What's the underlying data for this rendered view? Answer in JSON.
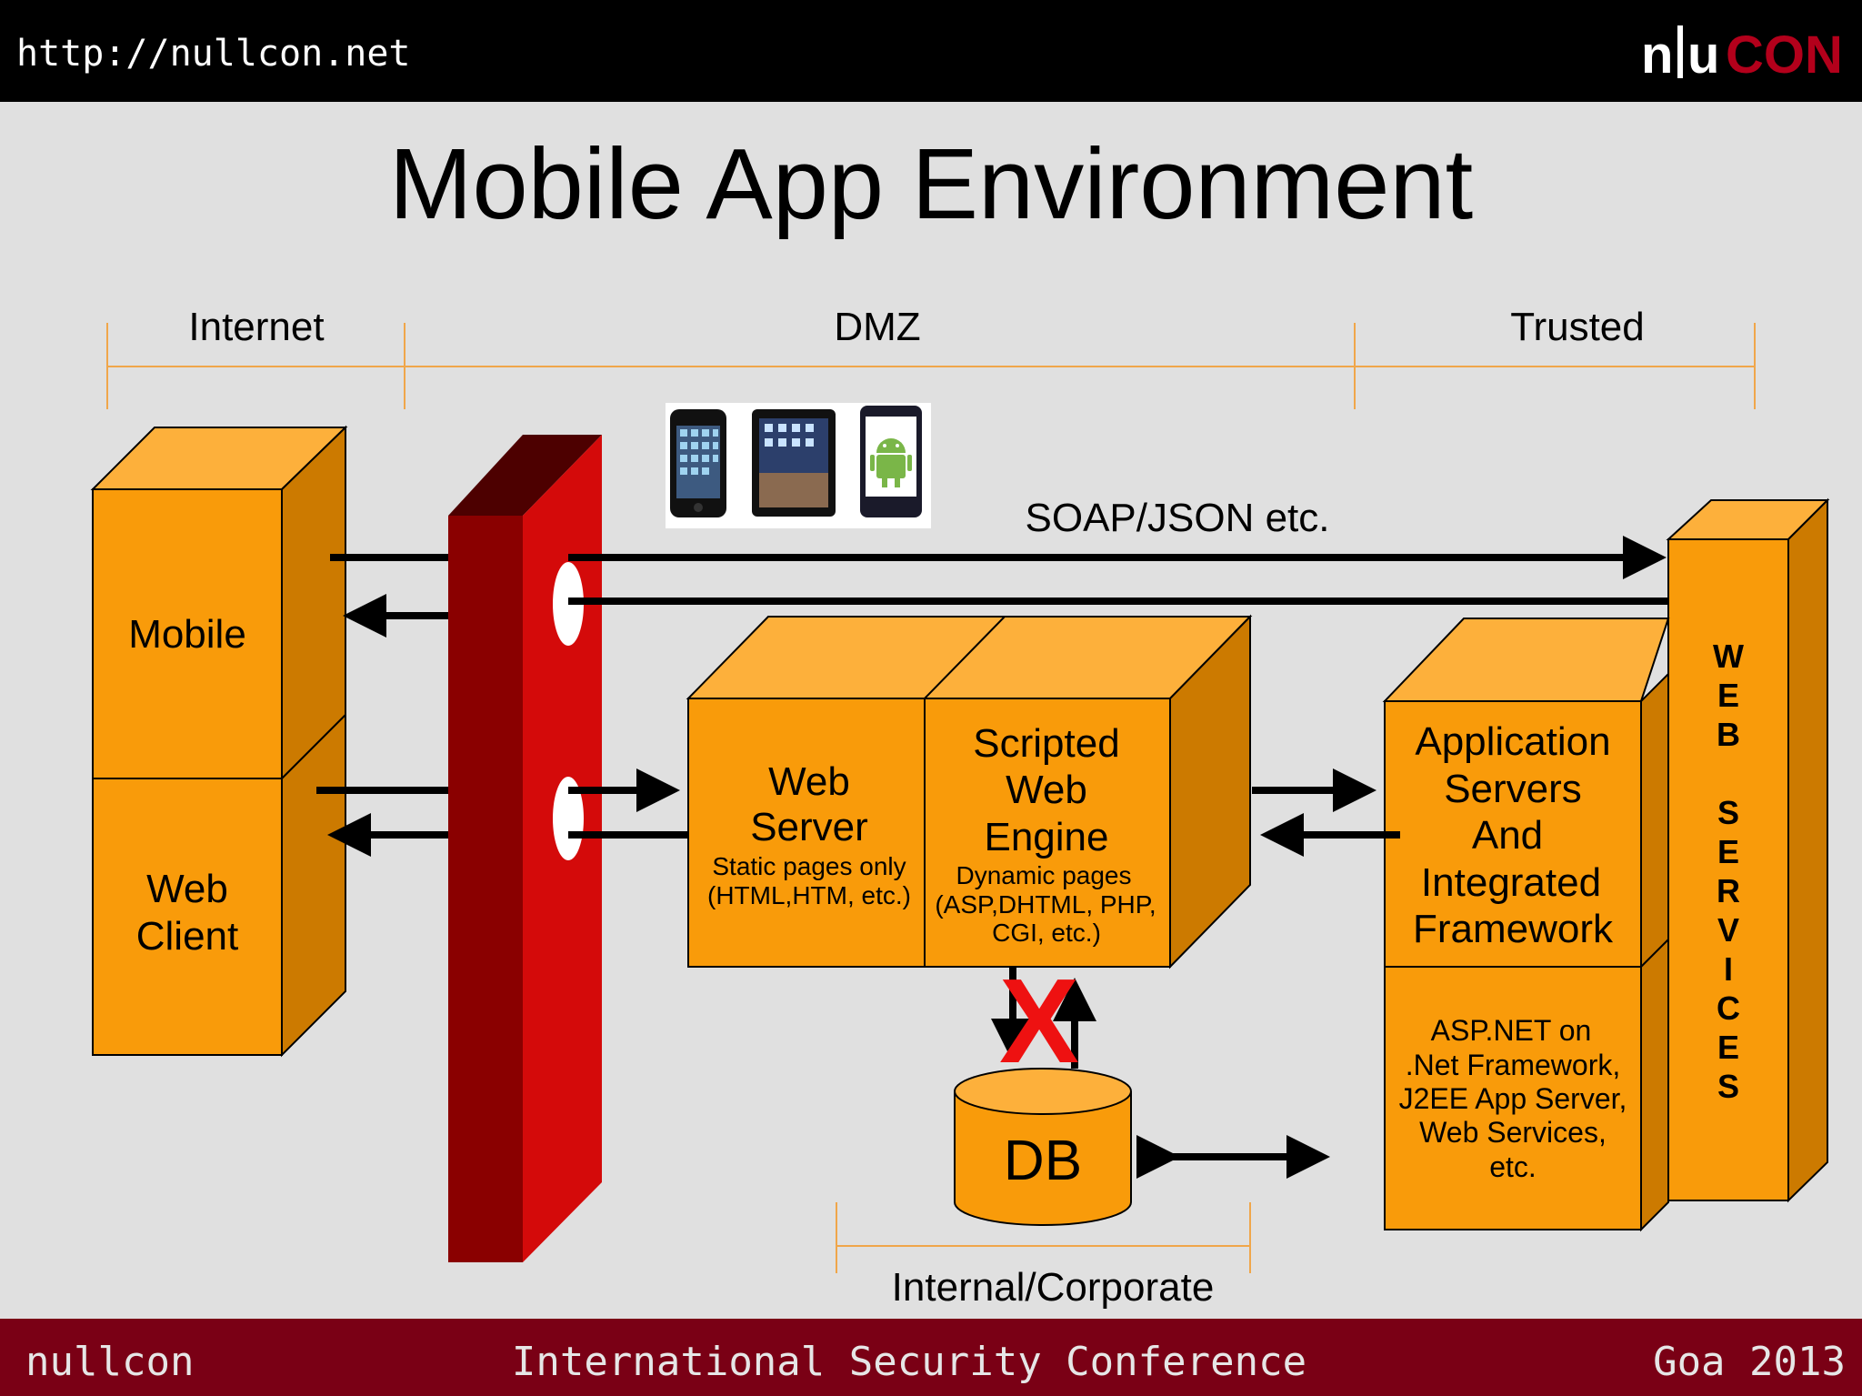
{
  "header": {
    "url": "http://nullcon.net",
    "logo": {
      "part1": "n",
      "part2": "u",
      "part3": "CON"
    }
  },
  "slide": {
    "title": "Mobile App Environment"
  },
  "zones": {
    "internet": "Internet",
    "dmz": "DMZ",
    "trusted": "Trusted",
    "internal": "Internal/Corporate"
  },
  "diagram": {
    "protocol_label": "SOAP/JSON etc.",
    "client_box": {
      "mobile": "Mobile",
      "web_client_line1": "Web",
      "web_client_line2": "Client"
    },
    "web_server": {
      "title_line1": "Web",
      "title_line2": "Server",
      "sub_line1": "Static pages only",
      "sub_line2": "(HTML,HTM, etc.)"
    },
    "scripted_engine": {
      "title_line1": "Scripted",
      "title_line2": "Web",
      "title_line3": "Engine",
      "sub_line1": "Dynamic pages",
      "sub_line2": "(ASP,DHTML, PHP,",
      "sub_line3": "CGI, etc.)"
    },
    "app_servers": {
      "title_line1": "Application",
      "title_line2": "Servers",
      "title_line3": "And",
      "title_line4": "Integrated",
      "title_line5": "Framework",
      "sub_line1": "ASP.NET on",
      "sub_line2": ".Net Framework,",
      "sub_line3": "J2EE App Server,",
      "sub_line4": "Web Services,",
      "sub_line5": "etc."
    },
    "web_services_letters": [
      "W",
      "E",
      "B",
      "S",
      "E",
      "R",
      "V",
      "I",
      "C",
      "E",
      "S"
    ],
    "db_label": "DB",
    "blocked_mark": "X",
    "colors": {
      "box_front": "#f99b0a",
      "box_top": "#fdb03b",
      "box_side": "#cc7a00",
      "firewall_front": "#d40a0a",
      "firewall_side": "#8a0000",
      "zone_line": "#f0a64a",
      "footer_bg": "#7a0015",
      "blocked": "#ee1111"
    }
  },
  "footer": {
    "left": "nullcon",
    "center": "International Security Conference",
    "right": "Goa 2013"
  }
}
